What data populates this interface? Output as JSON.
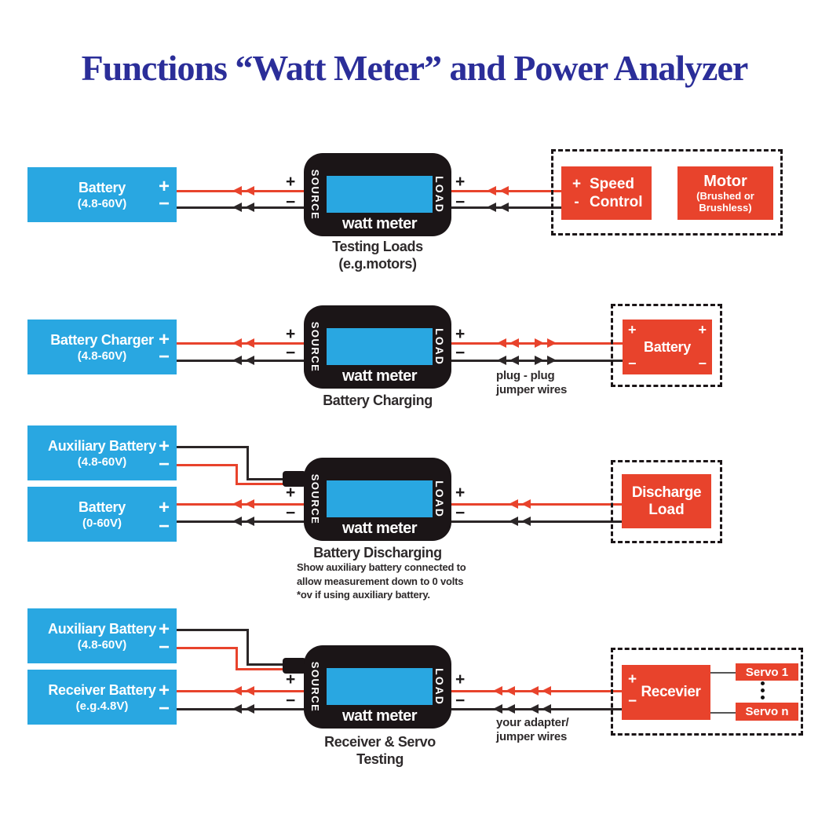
{
  "title": "Functions “Watt Meter” and Power Analyzer",
  "colors": {
    "blue": "#29a7e1",
    "red": "#e8432c",
    "navy": "#2b2e99",
    "black": "#1b1517"
  },
  "wm": {
    "source": "SOURCE",
    "load": "LOAD",
    "label": "watt meter"
  },
  "signs": {
    "plus": "+",
    "minus": "−",
    "dash": "-"
  },
  "row1": {
    "battery": {
      "name": "Battery",
      "spec": "(4.8-60V)"
    },
    "caption1": "Testing Loads",
    "caption2": "(e.g.motors)",
    "speed": {
      "word1": "Speed",
      "word2": "Control"
    },
    "motor": {
      "line1": "Motor",
      "line2": "(Brushed or",
      "line3": "Brushless)"
    }
  },
  "row2": {
    "charger": {
      "name": "Battery Charger",
      "spec": "(4.8-60V)"
    },
    "caption": "Battery Charging",
    "jumper1": "plug - plug",
    "jumper2": "jumper wires",
    "battery": "Battery"
  },
  "row3": {
    "aux": {
      "name": "Auxiliary Battery",
      "spec": "(4.8-60V)"
    },
    "battery": {
      "name": "Battery",
      "spec": "(0-60V)"
    },
    "caption": "Battery Discharging",
    "notes": [
      "Show auxiliary battery connected to",
      "allow measurement down to 0 volts",
      "*ov if using auxiliary battery."
    ],
    "load": {
      "line1": "Discharge",
      "line2": "Load"
    }
  },
  "row4": {
    "aux": {
      "name": "Auxiliary Battery",
      "spec": "(4.8-60V)"
    },
    "rx": {
      "name": "Receiver Battery",
      "spec": "(e.g.4.8V)"
    },
    "caption1": "Receiver & Servo",
    "caption2": "Testing",
    "adapter1": "your adapter/",
    "adapter2": "jumper wires",
    "receiver": "Recevier",
    "servo1": "Servo 1",
    "servon": "Servo n"
  }
}
